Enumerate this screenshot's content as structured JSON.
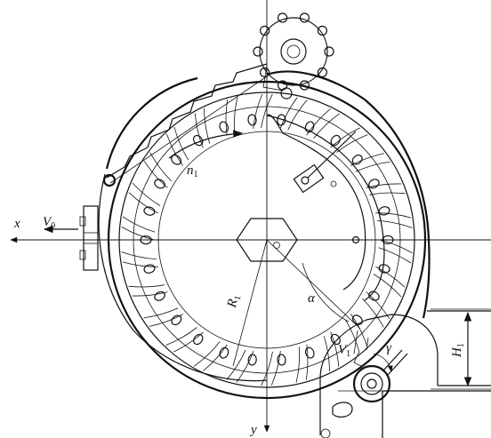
{
  "labels": {
    "x": {
      "main": "x",
      "sub": ""
    },
    "v0": {
      "main": "V",
      "sub": "0"
    },
    "n1": {
      "main": "n",
      "sub": "1"
    },
    "r1": {
      "main": "R",
      "sub": "1"
    },
    "alpha": {
      "main": "α",
      "sub": ""
    },
    "v1": {
      "main": "V",
      "sub": "1"
    },
    "gamma": {
      "main": "γ",
      "sub": ""
    },
    "h1": {
      "main": "H",
      "sub": "1"
    },
    "y": {
      "main": "y",
      "sub": ""
    }
  },
  "colors": {
    "ink": "#111111",
    "background": "#ffffff"
  },
  "mechanism": {
    "scoop_count": 26
  }
}
